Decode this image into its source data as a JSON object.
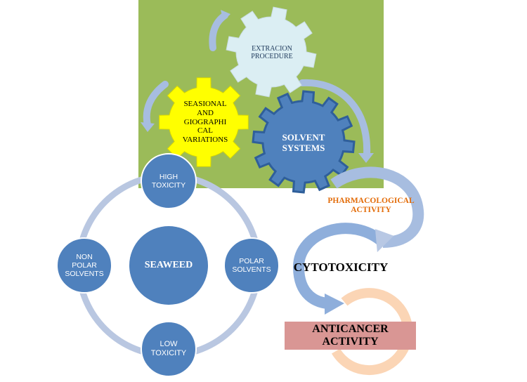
{
  "colors": {
    "panel_green": "#9bbb59",
    "gear_light": "#dbeef3",
    "gear_yellow": "#ffff00",
    "gear_blue": "#4f81bd",
    "ring": "#b9c7e1",
    "node_blue": "#4f81bd",
    "arrow_blue": "#a7bde0",
    "arrow_blue_dark": "#8eaedb",
    "arrow_peach": "#fbd5b5",
    "pharma_text": "#e36c09",
    "anticancer_box": "#d99694"
  },
  "gears": {
    "extraction": "EXTRACION\nPROCEDURE",
    "seasonal": "SEASIONAL\nAND\nGIOGRAPHI\nCAL\nVARIATIONS",
    "solvent": "SOLVENT\nSYSTEMS"
  },
  "cycle": {
    "center": "SEAWEED",
    "top": "HIGH\nTOXICITY",
    "right": "POLAR\nSOLVENTS",
    "bottom": "LOW\nTOXICITY",
    "left": "NON\nPOLAR\nSOLVENTS"
  },
  "flow": {
    "pharmacological": "PHARMACOLOGICAL\nACTIVITY",
    "cytotoxicity": "CYTOTOXICITY",
    "anticancer": "ANTICANCER\nACTIVITY"
  }
}
